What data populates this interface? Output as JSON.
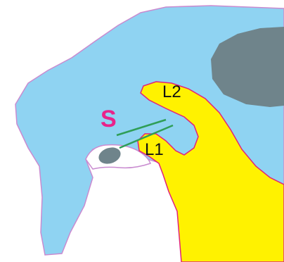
{
  "labels": {
    "s": "S",
    "l1": "L1",
    "l2": "L2"
  },
  "colors": {
    "background": "#ffffff",
    "bone_fill": "#8fd3f2",
    "bone_outline": "#c98bd0",
    "dark_region": "#6f848b",
    "process_fill": "#fff200",
    "process_outline": "#e0227b",
    "measure_lines": "#2f9e57",
    "label_s": "#e8238a",
    "label_l": "#111111"
  }
}
